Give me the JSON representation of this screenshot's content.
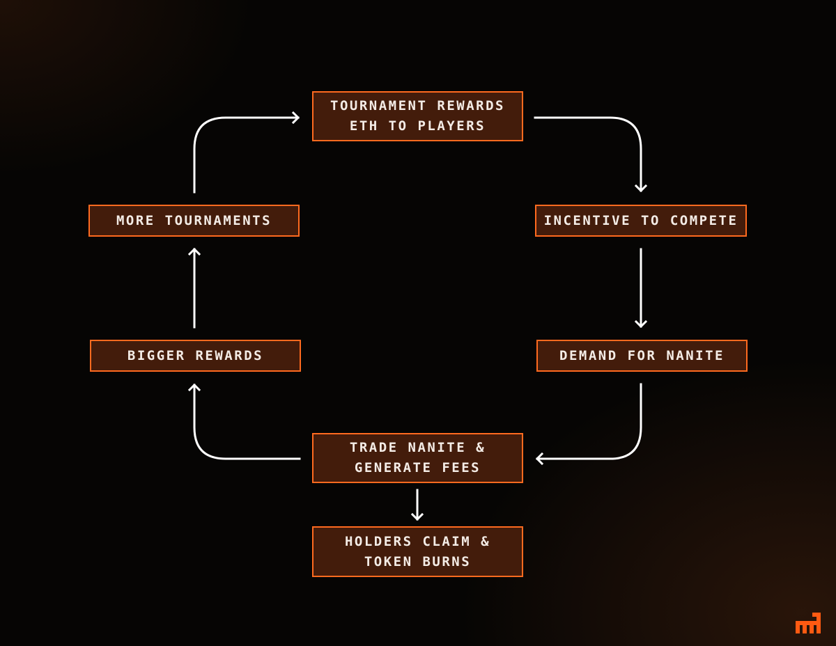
{
  "diagram": {
    "nodes": {
      "tournament_rewards": "TOURNAMENT REWARDS\nETH TO PLAYERS",
      "incentive": "INCENTIVE TO COMPETE",
      "demand": "DEMAND FOR NANITE",
      "trade": "TRADE NANITE &\nGENERATE FEES",
      "holders": "HOLDERS CLAIM &\nTOKEN BURNS",
      "bigger_rewards": "BIGGER REWARDS",
      "more_tournaments": "MORE TOURNAMENTS"
    },
    "edges": [
      {
        "from": "tournament_rewards",
        "to": "incentive"
      },
      {
        "from": "incentive",
        "to": "demand"
      },
      {
        "from": "demand",
        "to": "trade"
      },
      {
        "from": "trade",
        "to": "holders"
      },
      {
        "from": "trade",
        "to": "bigger_rewards"
      },
      {
        "from": "bigger_rewards",
        "to": "more_tournaments"
      },
      {
        "from": "more_tournaments",
        "to": "tournament_rewards"
      }
    ]
  },
  "colors": {
    "background": "#060504",
    "node_fill": "#431c0b",
    "node_border": "#ff6a1f",
    "text": "#f4ece6",
    "arrow": "#ffffff",
    "brand": "#ff5a12"
  },
  "brand": {
    "logo_icon": "pixel-creature-logo-icon"
  }
}
